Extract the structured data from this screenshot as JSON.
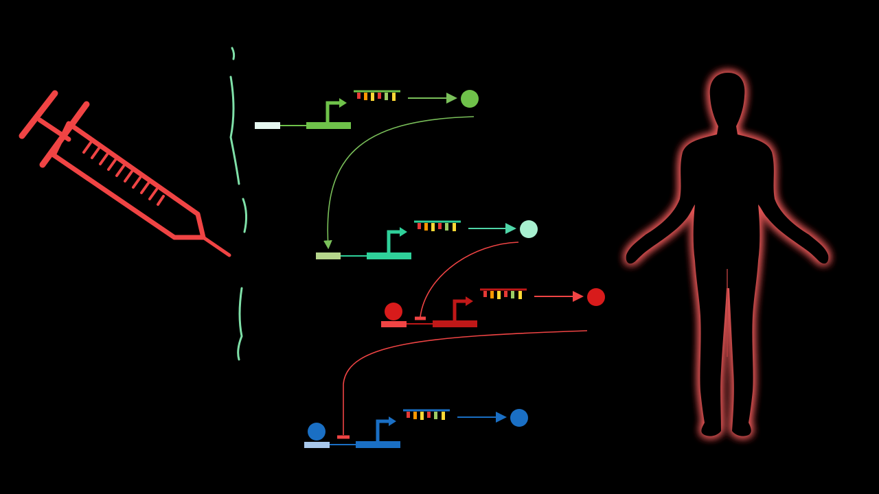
{
  "scene": {
    "background": "#000000",
    "syringe": {
      "icon": "syringe-icon",
      "color": "#f04444"
    },
    "membrane": {
      "icon": "cell-membrane",
      "color": "#7fe0a8"
    },
    "human": {
      "icon": "human-silhouette-icon",
      "glow": "#e05555",
      "fill": "#000000"
    }
  },
  "gene_circuits": [
    {
      "id": "green",
      "promoter": "#6fc24a",
      "operator": "#e6f7f0",
      "protein": "#6fc24a",
      "repressor": "none"
    },
    {
      "id": "teal",
      "promoter": "#2fd19a",
      "operator": "#b6d68c",
      "protein": "#a8f0d0",
      "repressor": "none"
    },
    {
      "id": "red",
      "promoter": "#c01818",
      "operator": "#f04444",
      "protein": "#d81b1b",
      "repressor": "#d81b1b"
    },
    {
      "id": "blue",
      "promoter": "#1a6fc4",
      "operator": "#a8c8ec",
      "protein": "#1a6fc4",
      "repressor": "#1a6fc4"
    }
  ],
  "mrna_tag_colors": [
    "#e53935",
    "#ff9800",
    "#fdd835",
    "#9ccc65",
    "#e53935",
    "#fdd835"
  ],
  "signal_colors": {
    "green": "#7ac05a",
    "teal": "#4fd6a8",
    "red": "#f04444"
  }
}
